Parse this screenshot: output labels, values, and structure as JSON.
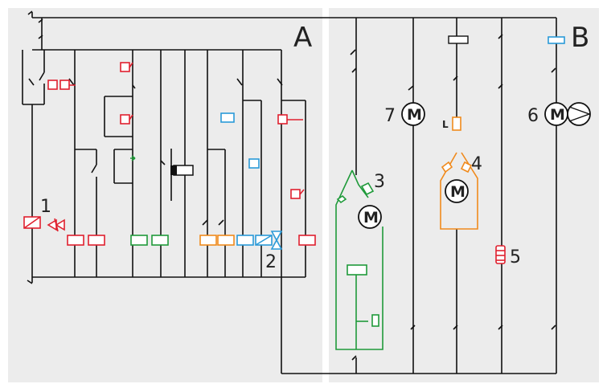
{
  "panels": {
    "left_label": "A",
    "right_label": "B"
  },
  "markers": {
    "m1": "1",
    "m2": "2",
    "m3": "3",
    "m4": "4",
    "m5": "5",
    "m6": "6",
    "m7": "7"
  },
  "motors": {
    "motor_symbol": "M"
  },
  "switch_tag": "L",
  "colors": {
    "panel_bg": "#ececec",
    "wire": "#111111",
    "red": "#e0202e",
    "green": "#1f9a3a",
    "orange": "#f08a1c",
    "blue": "#2a9ad8"
  }
}
